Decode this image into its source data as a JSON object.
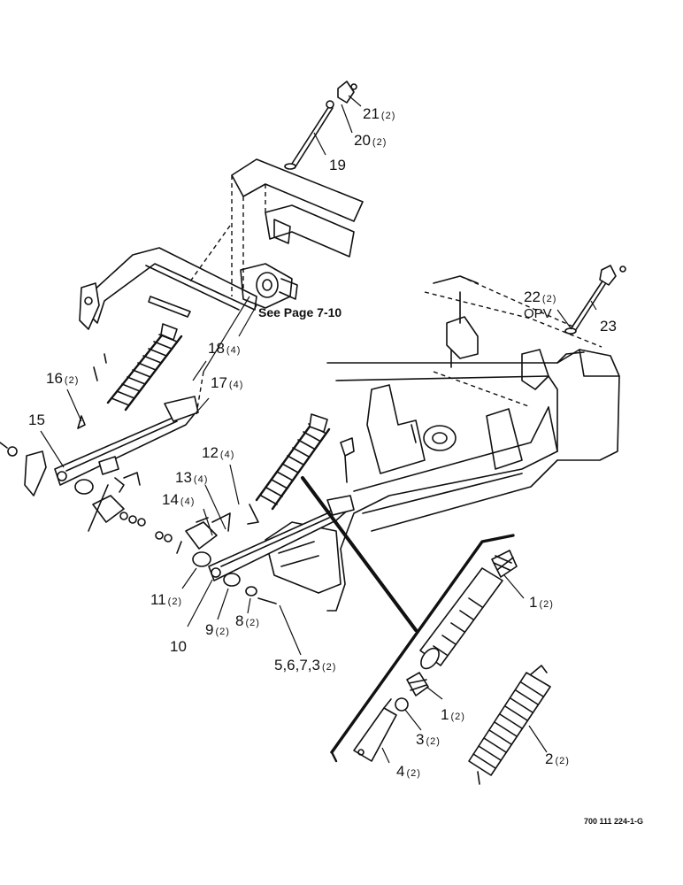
{
  "labels": {
    "l21": {
      "num": "21",
      "qty": "(2)"
    },
    "l20": {
      "num": "20",
      "qty": "(2)"
    },
    "l19": {
      "num": "19",
      "qty": ""
    },
    "l22": {
      "num": "22",
      "qty": "(2)"
    },
    "l22b": {
      "num": "OPV",
      "qty": ""
    },
    "l23": {
      "num": "23",
      "qty": ""
    },
    "l18": {
      "num": "18",
      "qty": "(4)"
    },
    "l16": {
      "num": "16",
      "qty": "(2)"
    },
    "l17": {
      "num": "17",
      "qty": "(4)"
    },
    "l15": {
      "num": "15",
      "qty": ""
    },
    "l12": {
      "num": "12",
      "qty": "(4)"
    },
    "l13": {
      "num": "13",
      "qty": "(4)"
    },
    "l14": {
      "num": "14",
      "qty": "(4)"
    },
    "l11": {
      "num": "11",
      "qty": "(2)"
    },
    "l10": {
      "num": "10",
      "qty": ""
    },
    "l9": {
      "num": "9",
      "qty": "(2)"
    },
    "l8": {
      "num": "8",
      "qty": "(2)"
    },
    "l5": {
      "num": "5,6,7,3",
      "qty": "(2)"
    },
    "l1a": {
      "num": "1",
      "qty": "(2)"
    },
    "l1b": {
      "num": "1",
      "qty": "(2)"
    },
    "l3": {
      "num": "3",
      "qty": "(2)"
    },
    "l4": {
      "num": "4",
      "qty": "(2)"
    },
    "l2": {
      "num": "2",
      "qty": "(2)"
    }
  },
  "see_page": "See Page 7-10",
  "drawing_code": "700 111 224-1-G",
  "icons": {
    "spring": "spring-icon",
    "frame": "frame-icon",
    "arm": "arm-icon",
    "rod": "rod-icon"
  }
}
